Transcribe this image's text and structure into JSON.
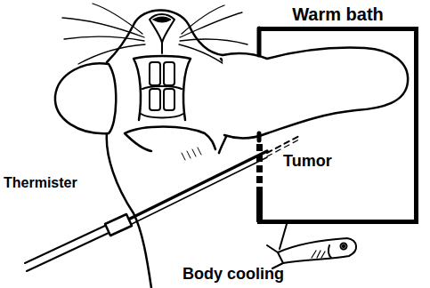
{
  "diagram": {
    "nodes": [
      {
        "text": [
          "Warm bath"
        ]
      }
    ],
    "labels": [
      "Tumor",
      "Thermister",
      "Body cooling"
    ]
  }
}
